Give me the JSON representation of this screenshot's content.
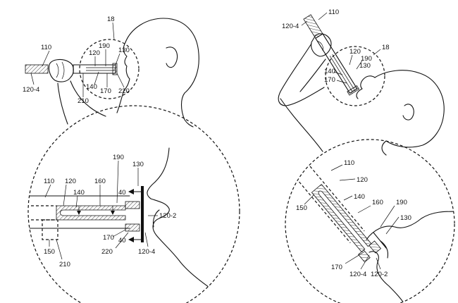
{
  "labels": {
    "tl": {
      "l110": "110",
      "l120_4": "120-4",
      "l18": "18",
      "l190": "190",
      "l120": "120",
      "l130": "130",
      "l140": "140",
      "l170": "170",
      "l220": "220",
      "l210": "210"
    },
    "tr": {
      "l110": "110",
      "l120_4": "120-4",
      "l18": "18",
      "l120": "120",
      "l190": "190",
      "l130": "130",
      "l140": "140",
      "l170": "170"
    },
    "bl": {
      "l190": "190",
      "l130": "130",
      "l110": "110",
      "l120": "120",
      "l160": "160",
      "l140": "140",
      "l40a": "40",
      "l40b": "40",
      "l120_2": "120-2",
      "l150": "150",
      "l170": "170",
      "l220": "220",
      "l120_4": "120-4",
      "l210": "210"
    },
    "br": {
      "l110": "110",
      "l120": "120",
      "l140": "140",
      "l150": "150",
      "l160": "160",
      "l190": "190",
      "l130": "130",
      "l170": "170",
      "l120_4": "120-4",
      "l120_2": "120-2"
    }
  }
}
